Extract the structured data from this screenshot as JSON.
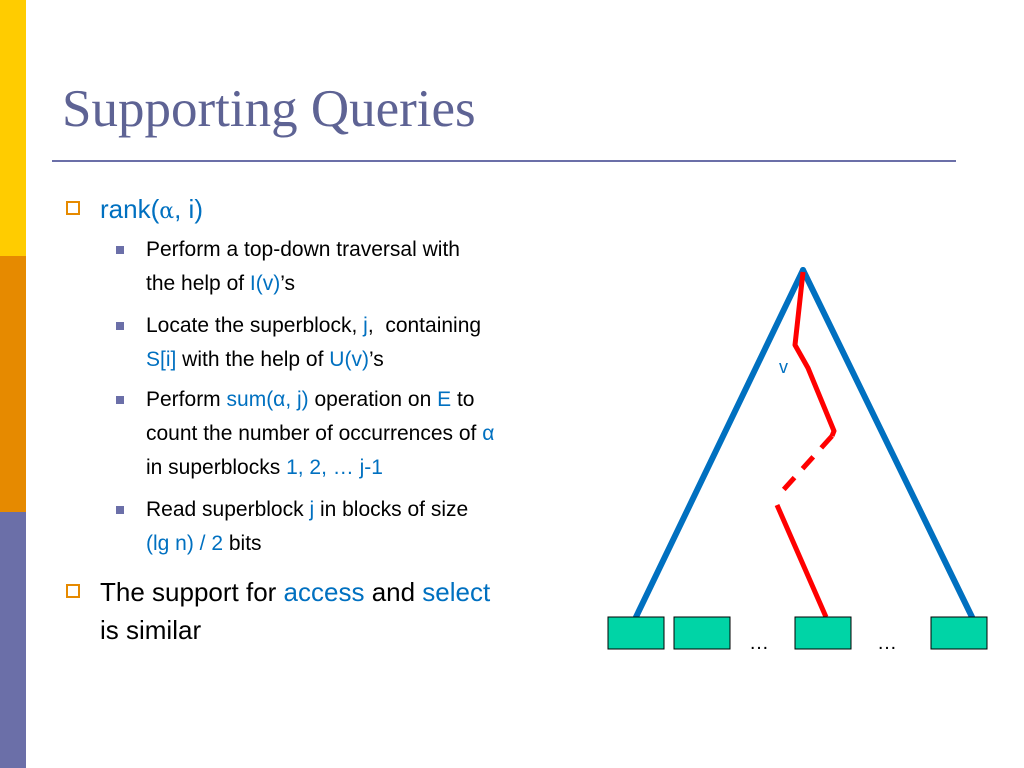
{
  "slide": {
    "title": "Supporting Queries",
    "bullet1": {
      "prefix": "rank(",
      "alpha": "α",
      "suffix": ", i)"
    },
    "sub1": {
      "line1": "Perform a top-down traversal with",
      "line2_text": "the help of ",
      "line2_hl": "I(v)",
      "line2_tail": "’s"
    },
    "sub2": {
      "line1_text": "Locate the superblock, ",
      "line1_hl": "j",
      "line1_tail": ",  containing",
      "line2_hl1": "S[i]",
      "line2_text": " with the help of ",
      "line2_hl2": "U(v)",
      "line2_tail": "’s"
    },
    "sub3": {
      "line1_text": "Perform ",
      "line1_hl": "sum(α, j)",
      "line1_mid": " operation on ",
      "line1_hl2": "E",
      "line1_tail": " to",
      "line2_text": "count the number of occurrences of ",
      "line2_hl": "α",
      "line3_text": "in superblocks ",
      "line3_hl": "1, 2, … j-1"
    },
    "sub4": {
      "line1_text": "Read superblock ",
      "line1_hl": "j",
      "line1_tail": " in blocks of size",
      "line2_hl": "(lg n) / 2",
      "line2_tail": " bits"
    },
    "bullet2": {
      "line1_text": "The support for ",
      "line1_hl1": "access",
      "line1_mid": " and ",
      "line1_hl2": "select",
      "line2": "is similar"
    }
  },
  "diagram": {
    "node_label": "v",
    "ellipsis_1": "…",
    "ellipsis_2": "…",
    "colors": {
      "tree": "#0070c0",
      "path": "#ff0000",
      "block_fill": "#00d4a6",
      "block_stroke": "#000000"
    }
  }
}
